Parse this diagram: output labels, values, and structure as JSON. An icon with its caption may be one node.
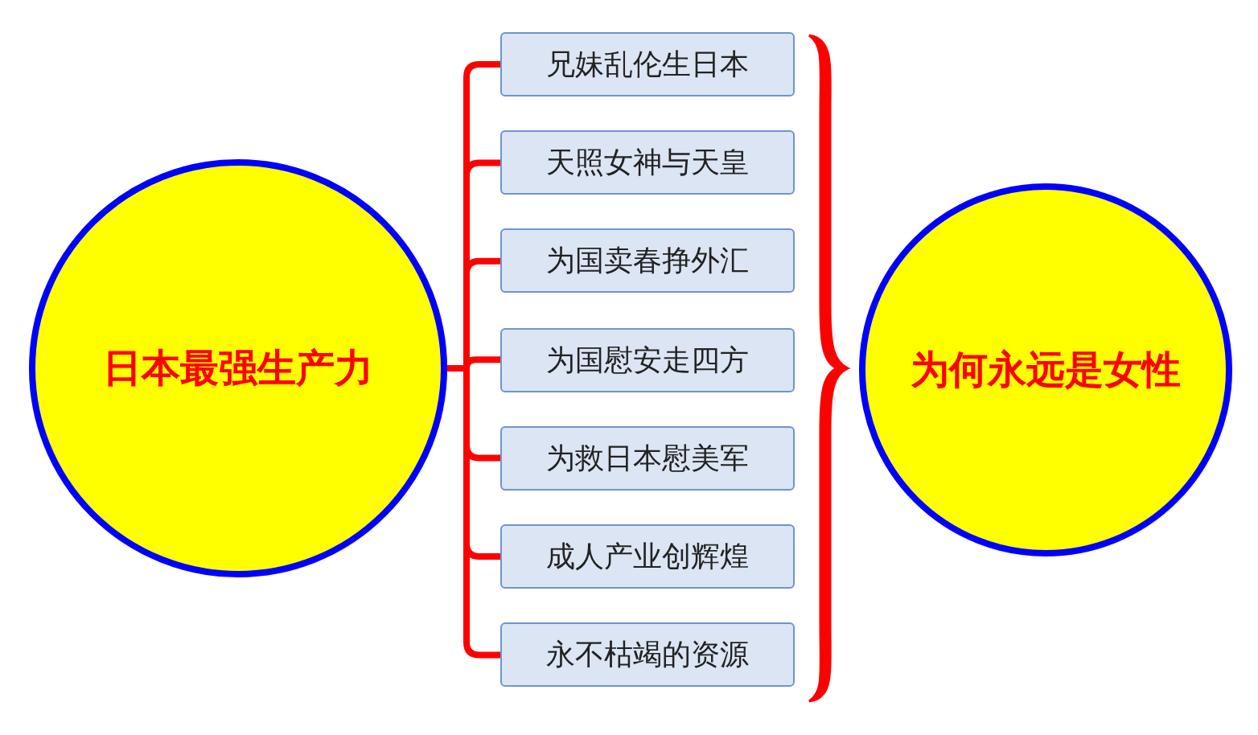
{
  "diagram": {
    "nodes": [
      {
        "text": [
          "日本最强生产力"
        ]
      },
      {
        "text": [
          "兄妹乱伦生日本"
        ]
      },
      {
        "text": [
          "天照女神与天皇"
        ]
      },
      {
        "text": [
          "为国卖春挣外汇"
        ]
      },
      {
        "text": [
          "为国慰安走四方"
        ]
      },
      {
        "text": [
          "为救日本慰美军"
        ]
      },
      {
        "text": [
          "成人产业创辉煌"
        ]
      },
      {
        "text": [
          "永不枯竭的资源"
        ]
      },
      {
        "text": [
          "为何永远是女性"
        ]
      },
      {
        "text": [],
        "shape": "brace"
      }
    ],
    "edges": [
      {
        "from": 0,
        "to": 1,
        "arrow": "none"
      },
      {
        "from": 0,
        "to": 2,
        "arrow": "none"
      },
      {
        "from": 0,
        "to": 3,
        "arrow": "none"
      },
      {
        "from": 0,
        "to": 4,
        "arrow": "none"
      },
      {
        "from": 0,
        "to": 5,
        "arrow": "none"
      },
      {
        "from": 0,
        "to": 6,
        "arrow": "none"
      },
      {
        "from": 0,
        "to": 7,
        "arrow": "none"
      }
    ]
  }
}
